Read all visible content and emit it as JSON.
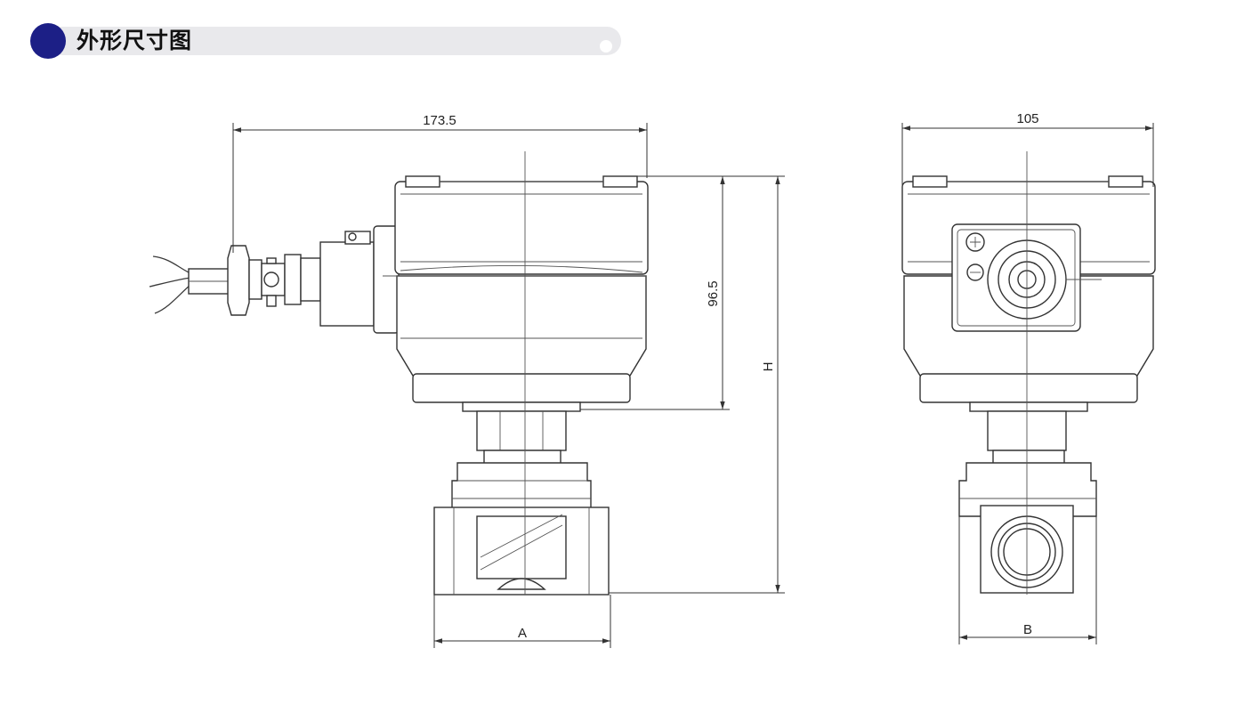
{
  "header": {
    "title": "外形尺寸图"
  },
  "colors": {
    "accent": "#1c1f86",
    "header_bar": "#e9e9ec",
    "line": "#333333"
  },
  "dimensions": {
    "overall_width": "173.5",
    "actuator_height": "96.5",
    "total_height": "H",
    "body_length": "A",
    "side_width": "105",
    "side_body_width": "B"
  }
}
